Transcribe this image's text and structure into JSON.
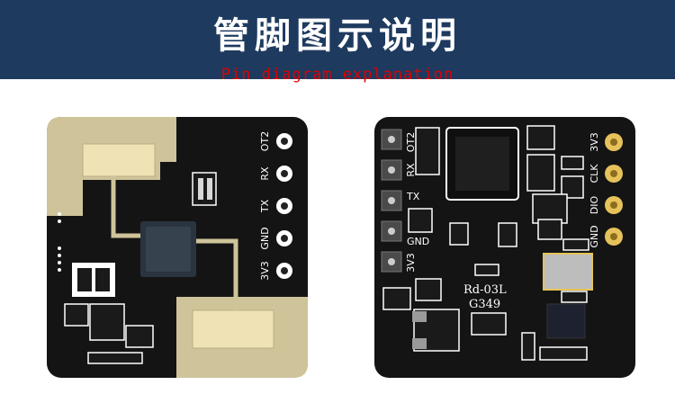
{
  "header": {
    "title_cn": "管脚图示说明",
    "title_en": "Pin diagram explanation"
  },
  "left_board": {
    "pins": [
      "OT2",
      "RX",
      "TX",
      "GND",
      "3V3"
    ]
  },
  "right_board": {
    "left_labels": [
      "OT2",
      "RX",
      "TX",
      "GND",
      "3V3"
    ],
    "right_pins": [
      "3V3",
      "CLK",
      "DIO",
      "GND"
    ],
    "model": "Rd-03L",
    "code": "G349"
  },
  "colors": {
    "banner": "#1e3a5f",
    "title_en": "#e00000",
    "pcb": "#141414",
    "copper": "#cfc39a",
    "pad_gold": "#e6c25a"
  }
}
